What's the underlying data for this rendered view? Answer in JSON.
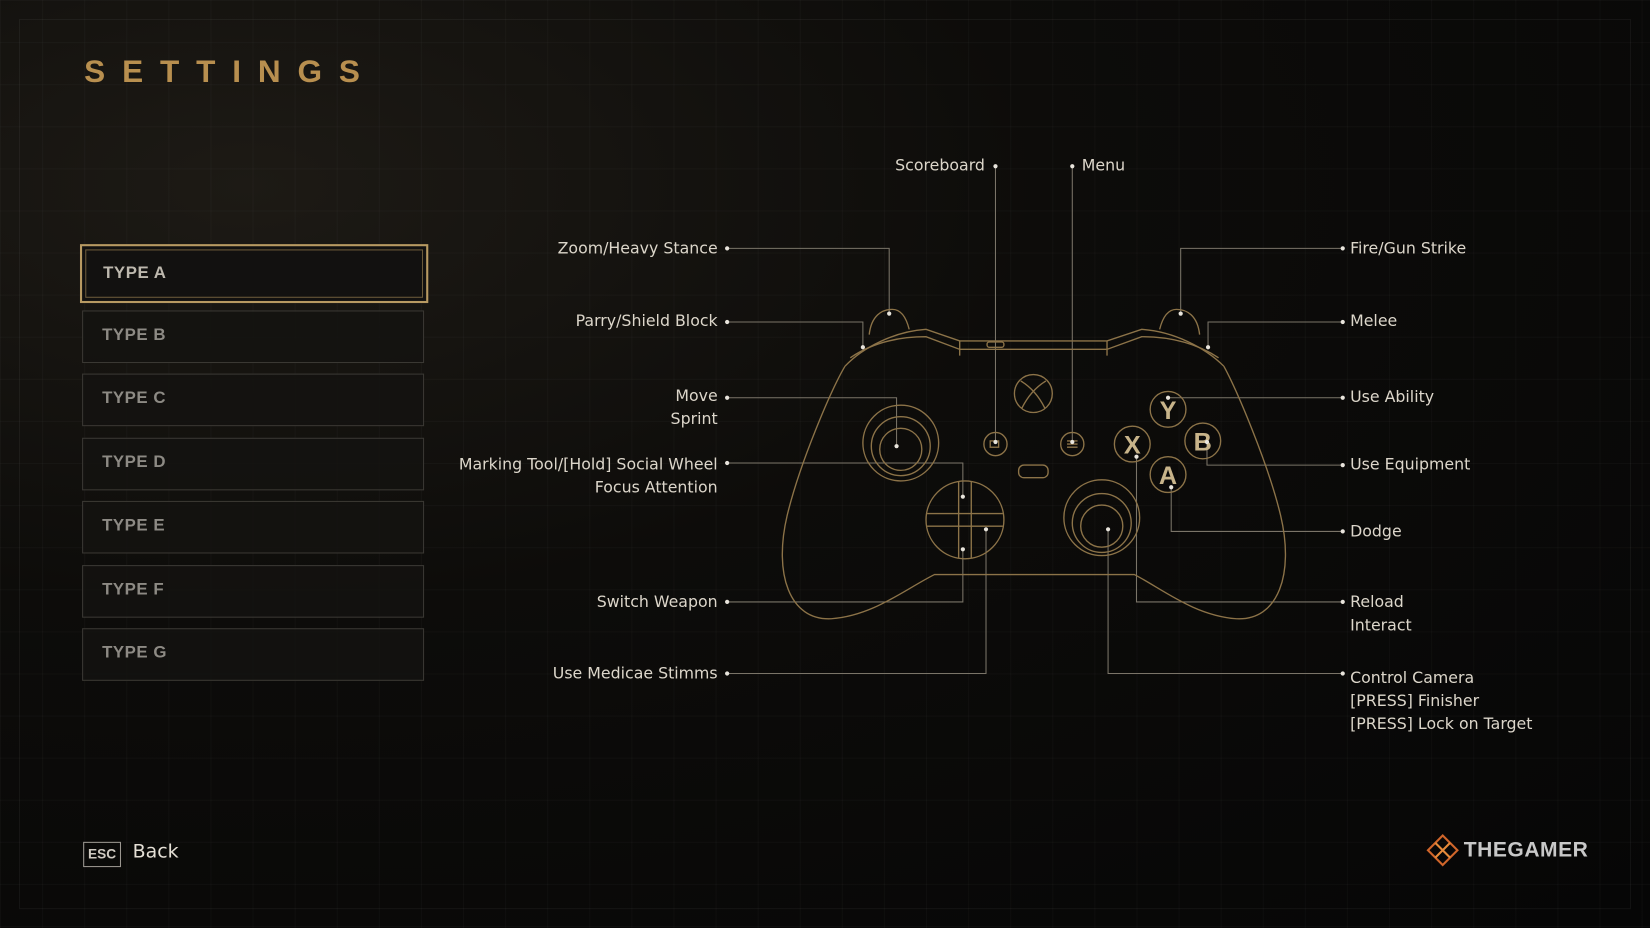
{
  "header": {
    "title": "SETTINGS"
  },
  "presets": [
    {
      "label": "TYPE A",
      "selected": true
    },
    {
      "label": "TYPE B"
    },
    {
      "label": "TYPE C"
    },
    {
      "label": "TYPE D"
    },
    {
      "label": "TYPE E"
    },
    {
      "label": "TYPE F"
    },
    {
      "label": "TYPE G"
    }
  ],
  "bindings": {
    "top": {
      "scoreboard": "Scoreboard",
      "menu": "Menu"
    },
    "left": {
      "lt": "Zoom/Heavy Stance",
      "lb": "Parry/Shield Block",
      "ls1": "Move",
      "ls2": "Sprint",
      "dup1": "Marking Tool/[Hold] Social Wheel",
      "dup2": "Focus Attention",
      "ddown": "Switch Weapon",
      "dright": "Use Medicae Stimms"
    },
    "right": {
      "rt": "Fire/Gun Strike",
      "rb": "Melee",
      "y": "Use Ability",
      "b": "Use Equipment",
      "a": "Dodge",
      "x1": "Reload",
      "x2": "Interact",
      "rs1": "Control Camera",
      "rs2": "[PRESS] Finisher",
      "rs3": "[PRESS] Lock on Target"
    }
  },
  "buttons": {
    "y": "Y",
    "x": "X",
    "b": "B",
    "a": "A"
  },
  "footer": {
    "key": "ESC",
    "back": "Back",
    "logo": "THEGAMER"
  },
  "colors": {
    "accent": "#b88f4f",
    "outline": "#8c7348",
    "leader": "#7a7468"
  }
}
